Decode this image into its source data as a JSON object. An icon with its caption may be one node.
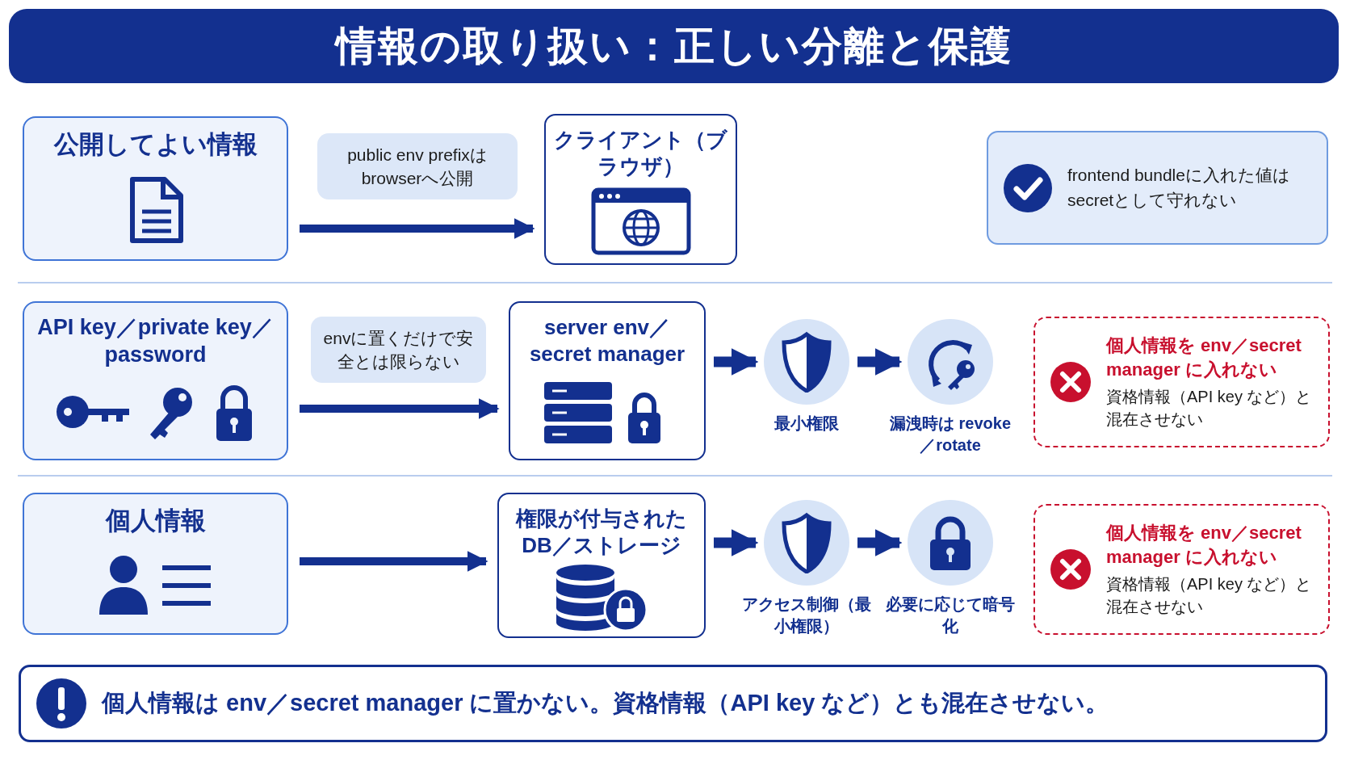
{
  "diagram": {
    "title": "情報の取り扱い：正しい分離と保護",
    "nodes": [
      {
        "text": [
          "公開してよい情報"
        ]
      },
      {
        "text": [
          "クライアント（ブラウザ）"
        ]
      },
      {
        "text": [
          "frontend bundleに入れた値はsecretとして守れない"
        ]
      },
      {
        "text": [
          "API key／private key／password"
        ]
      },
      {
        "text": [
          "server env／secret manager"
        ]
      },
      {
        "text": [],
        "shape": "circle",
        "beside": [
          "最小権限"
        ]
      },
      {
        "text": [],
        "shape": "circle",
        "beside": [
          "漏洩時は revoke／rotate"
        ]
      },
      {
        "text": [
          "個人情報を env／secret manager に入れない",
          "資格情報（API key など）と混在させない"
        ]
      },
      {
        "text": [
          "個人情報"
        ]
      },
      {
        "text": [
          "権限が付与されたDB／ストレージ"
        ]
      },
      {
        "text": [],
        "shape": "circle",
        "beside": [
          "アクセス制御（最小権限）"
        ]
      },
      {
        "text": [],
        "shape": "circle",
        "beside": [
          "必要に応じて暗号化"
        ]
      },
      {
        "text": [
          "個人情報を env／secret manager に入れない",
          "資格情報（API key など）と混在させない"
        ]
      },
      {
        "text": [
          "個人情報は env／secret manager に置かない。資格情報（API key など）とも混在させない。"
        ]
      }
    ],
    "edges": [
      {
        "from": 0,
        "to": 1,
        "arrow": "to",
        "label": "public env prefixはbrowserへ公開"
      },
      {
        "from": 3,
        "to": 4,
        "arrow": "to",
        "label": "envに置くだけで安全とは限らない"
      },
      {
        "from": 8,
        "to": 9,
        "arrow": "to"
      },
      {
        "from": 4,
        "to": 5,
        "arrow": "to"
      },
      {
        "from": 5,
        "to": 6,
        "arrow": "to"
      },
      {
        "from": 9,
        "to": 10,
        "arrow": "to"
      },
      {
        "from": 10,
        "to": 11,
        "arrow": "to"
      }
    ]
  }
}
